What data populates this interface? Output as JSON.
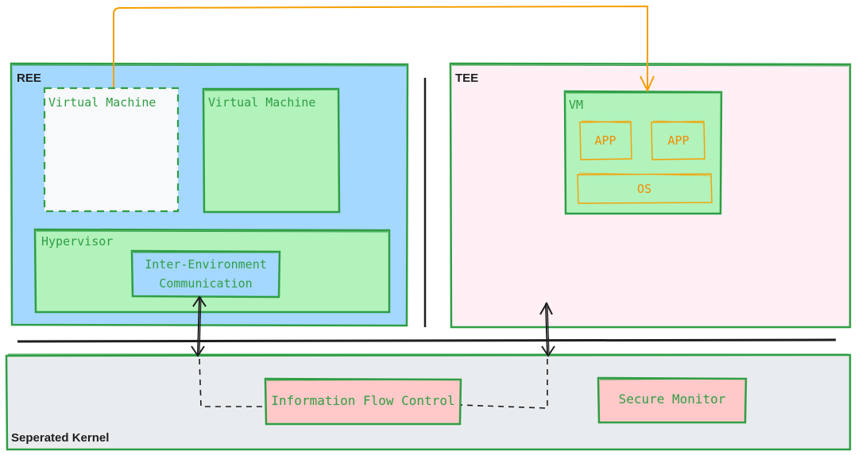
{
  "ree": {
    "title": "REE",
    "vm_dashed_label": "Virtual Machine",
    "vm_solid_label": "Virtual Machine",
    "hypervisor_label": "Hypervisor",
    "iec_line1": "Inter-Environment",
    "iec_line2": "Communication"
  },
  "tee": {
    "title": "TEE",
    "vm_label": "VM",
    "app1_label": "APP",
    "app2_label": "APP",
    "os_label": "OS"
  },
  "kernel": {
    "title": "Seperated Kernel",
    "ifc_label": "Information Flow Control",
    "secure_monitor_label": "Secure Monitor"
  },
  "colors": {
    "ree_fill": "#a5d8ff",
    "tee_fill": "#fff0f6",
    "kernel_fill": "#e9ecef",
    "component_fill": "#b2f2bb",
    "highlight_fill": "#ffc9c9",
    "border_green": "#2f9e44",
    "arrow_orange": "#f59f00",
    "text_orange": "#f08c00",
    "line_dark": "#1e1e1e"
  }
}
